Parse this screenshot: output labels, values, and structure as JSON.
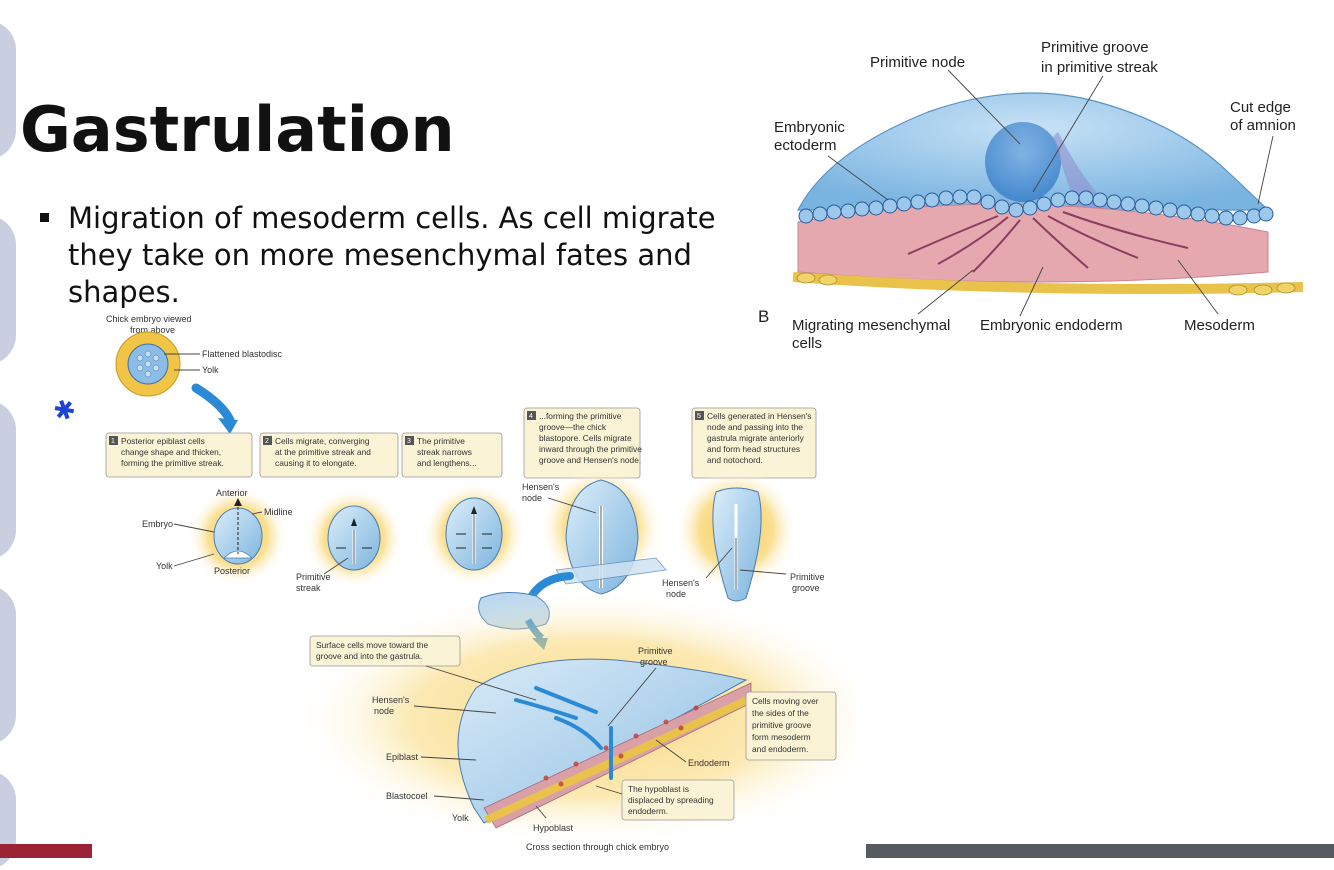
{
  "slide": {
    "title": "Gastrulation",
    "bullets": [
      "Migration of mesoderm cells. As cell migrate they take on more mesenchymal fates and shapes."
    ],
    "annotation_icon": "pen-star-mark",
    "colors": {
      "footer_left": "#9b2335",
      "footer_right": "#555b61",
      "left_decoration": "#c9cfe0"
    }
  },
  "figure_b": {
    "panel_letter": "B",
    "labels": {
      "primitive_node": "Primitive node",
      "primitive_groove": [
        "Primitive groove",
        "in primitive streak"
      ],
      "cut_edge": [
        "Cut edge",
        "of amnion"
      ],
      "ectoderm": [
        "Embryonic",
        "ectoderm"
      ],
      "migrating": [
        "Migrating mesenchymal",
        "cells"
      ],
      "endoderm": "Embryonic endoderm",
      "mesoderm": "Mesoderm"
    }
  },
  "figure_chick": {
    "top_caption": [
      "Chick embryo viewed",
      "from above"
    ],
    "blastodisc_label": "Flattened blastodisc",
    "yolk_label": "Yolk",
    "steps": [
      {
        "num": "1",
        "lines": [
          "Posterior epiblast cells",
          "change shape and thicken,",
          "forming the primitive streak."
        ]
      },
      {
        "num": "2",
        "lines": [
          "Cells migrate, converging",
          "at the primitive streak and",
          "causing it to elongate."
        ]
      },
      {
        "num": "3",
        "lines": [
          "The primitive",
          "streak narrows",
          "and lengthens..."
        ]
      },
      {
        "num": "4",
        "lines": [
          "...forming the primitive",
          "groove—the chick",
          "blastopore. Cells migrate",
          "inward through the primitive",
          "groove and Hensen's node."
        ]
      },
      {
        "num": "5",
        "lines": [
          "Cells generated in Hensen's",
          "node and passing into the",
          "gastrula migrate anteriorly",
          "and form head structures",
          "and notochord."
        ]
      }
    ],
    "embryo_labels": {
      "anterior": "Anterior",
      "midline": "Midline",
      "embryo": "Embryo",
      "yolk": "Yolk",
      "posterior": "Posterior",
      "primitive_streak": [
        "Primitive",
        "streak"
      ],
      "hensens_node_4": [
        "Hensen's",
        "node"
      ],
      "hensens_node_5": [
        "Hensen's",
        "node"
      ],
      "primitive_groove_5": [
        "Primitive",
        "groove"
      ]
    },
    "cross_section": {
      "surface_box": [
        "Surface cells move toward the",
        "groove and into the gastrula."
      ],
      "primitive_groove": [
        "Primitive",
        "groove"
      ],
      "hensens_node": [
        "Hensen's",
        "node"
      ],
      "epiblast": "Epiblast",
      "blastocoel": "Blastocoel",
      "yolk": "Yolk",
      "hypoblast": "Hypoblast",
      "endoderm": "Endoderm",
      "moving_box": [
        "Cells moving over",
        "the sides of the",
        "primitive groove",
        "form mesoderm",
        "and endoderm."
      ],
      "hypoblast_box": [
        "The hypoblast is",
        "displaced by spreading",
        "endoderm."
      ],
      "caption": "Cross section through chick embryo"
    }
  }
}
